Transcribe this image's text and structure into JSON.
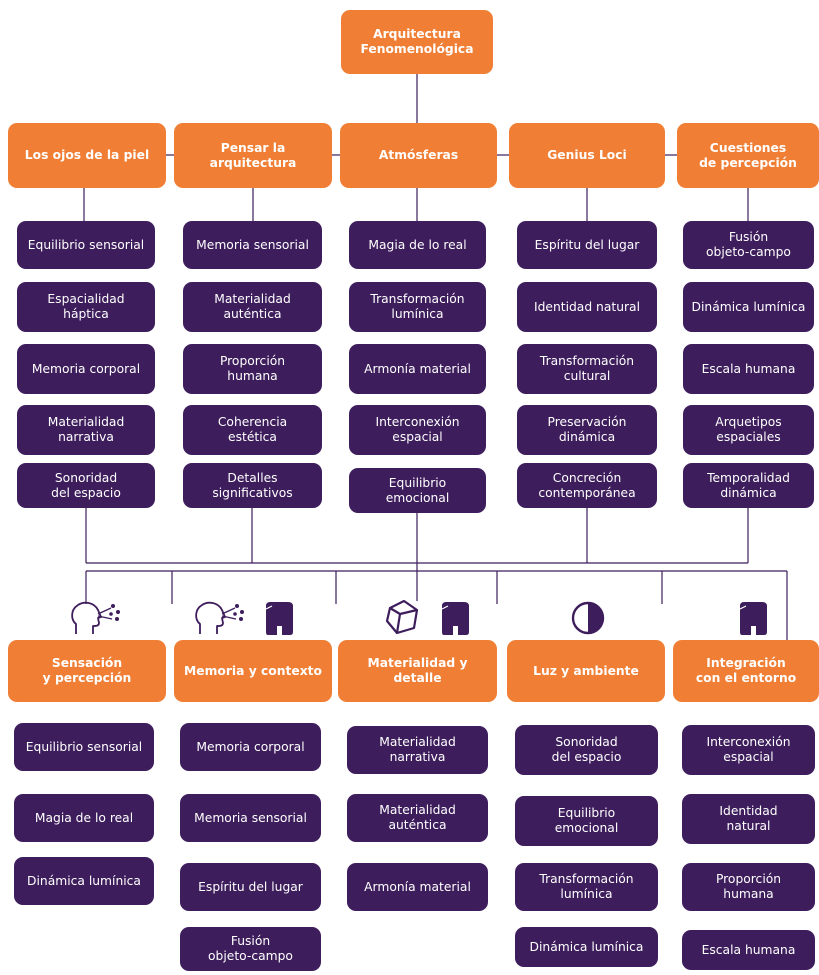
{
  "root": {
    "label": "Arquitectura\nFenomenológica"
  },
  "books": [
    {
      "label": "Los ojos de la piel",
      "concepts": [
        "Equilibrio sensorial",
        "Espacialidad\nháptica",
        "Memoria corporal",
        "Materialidad\nnarrativa",
        "Sonoridad\ndel espacio"
      ]
    },
    {
      "label": "Pensar la\narquitectura",
      "concepts": [
        "Memoria sensorial",
        "Materialidad\nauténtica",
        "Proporción\nhumana",
        "Coherencia\nestética",
        "Detalles\nsignificativos"
      ]
    },
    {
      "label": "Atmósferas",
      "concepts": [
        "Magia de lo real",
        "Transformación\nlumínica",
        "Armonía material",
        "Interconexión\nespacial",
        "Equilibrio\nemocional"
      ]
    },
    {
      "label": "Genius Loci",
      "concepts": [
        "Espíritu del lugar",
        "Identidad natural",
        "Transformación\ncultural",
        "Preservación\ndinámica",
        "Concreción\ncontemporánea"
      ]
    },
    {
      "label": "Cuestiones\nde percepción",
      "concepts": [
        "Fusión\nobjeto-campo",
        "Dinámica lumínica",
        "Escala humana",
        "Arquetipos\nespaciales",
        "Temporalidad\ndinámica"
      ]
    }
  ],
  "categories": [
    {
      "label": "Sensación\ny percepción",
      "icons": [
        "head-perception-icon"
      ],
      "items": [
        "Equilibrio sensorial",
        "Magia de lo real",
        "Dinámica lumínica"
      ]
    },
    {
      "label": "Memoria y contexto",
      "icons": [
        "head-perception-icon",
        "building-icon"
      ],
      "items": [
        "Memoria corporal",
        "Memoria sensorial",
        "Espíritu del lugar",
        "Fusión\nobjeto-campo"
      ]
    },
    {
      "label": "Materialidad y detalle",
      "icons": [
        "cube-icon",
        "building-icon"
      ],
      "items": [
        "Materialidad\nnarrativa",
        "Materialidad\nauténtica",
        "Armonía material"
      ]
    },
    {
      "label": "Luz y ambiente",
      "icons": [
        "half-circle-icon"
      ],
      "items": [
        "Sonoridad\ndel espacio",
        "Equilibrio\nemocional",
        "Transformación\nlumínica",
        "Dinámica lumínica"
      ]
    },
    {
      "label": "Integración\ncon el entorno",
      "icons": [
        "building-icon"
      ],
      "items": [
        "Interconexión\nespacial",
        "Identidad\nnatural",
        "Proporción\nhumana",
        "Escala humana"
      ]
    }
  ],
  "colors": {
    "orange": "#f07f35",
    "purple": "#3d1d5c",
    "line": "#3d1d5c"
  }
}
